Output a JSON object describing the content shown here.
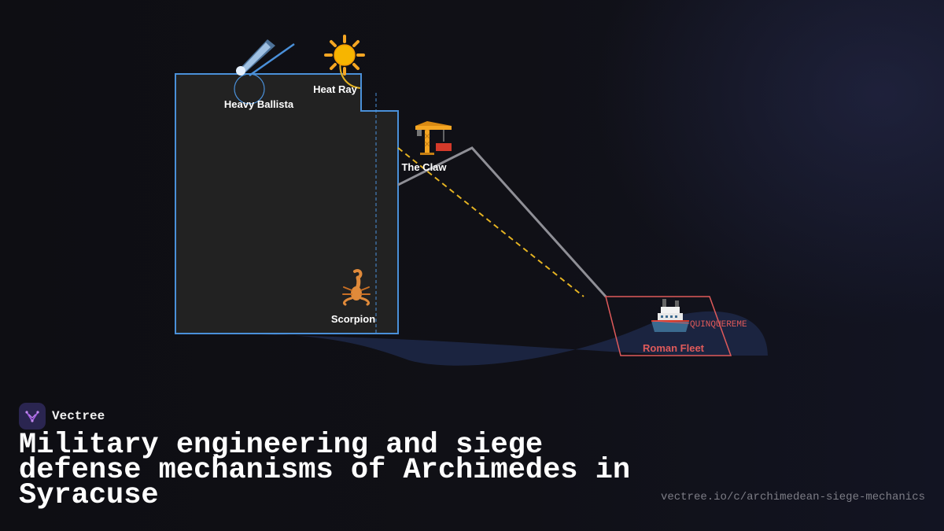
{
  "diagram": {
    "labels": {
      "ballista": "Heavy Ballista",
      "heat_ray": "Heat Ray",
      "claw": "The Claw",
      "scorpion": "Scorpion",
      "fleet": "Roman Fleet",
      "ship_type": "QUINQUEREME"
    },
    "icons": {
      "ballista": "comet-icon",
      "heat_ray": "sun-icon",
      "claw": "crane-icon",
      "scorpion": "scorpion-icon",
      "fleet": "ship-icon"
    },
    "colors": {
      "wall_stroke": "#4a90d9",
      "ray": "#e6b422",
      "arm": "#8f8f96",
      "fleet": "#e05a5a",
      "sea": "#1b2440"
    }
  },
  "brand": {
    "name": "Vectree"
  },
  "title": "Military engineering and siege defense mechanisms of Archimedes in Syracuse",
  "url": "vectree.io/c/archimedean-siege-mechanics"
}
